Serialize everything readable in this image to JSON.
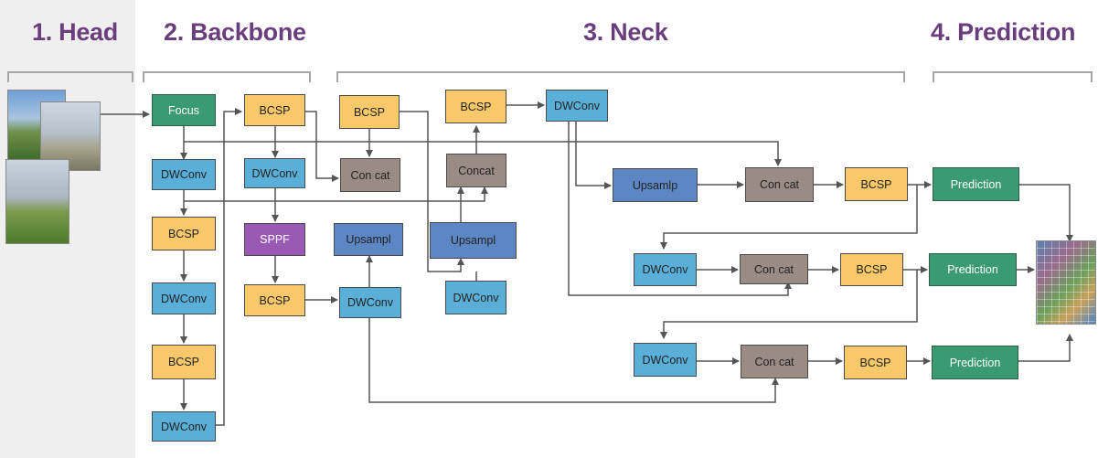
{
  "sections": {
    "head": "1. Head",
    "backbone": "2. Backbone",
    "neck": "3. Neck",
    "prediction": "4. Prediction"
  },
  "nodes": {
    "focus": "Focus",
    "bb_dwconv_1": "DWConv",
    "bb_bcsp_1": "BCSP",
    "bb_dwconv_2": "DWConv",
    "bb_bcsp_2": "BCSP",
    "bb_dwconv_3": "DWConv",
    "bb_bcsp_3": "BCSP",
    "bb_dwconv_4": "DWConv",
    "bb_sppf": "SPPF",
    "bb_bcsp_4": "BCSP",
    "nk_bcsp_1": "BCSP",
    "nk_concat_1": "Con cat",
    "nk_upsampl_1": "Upsampl",
    "nk_dwconv_1": "DWConv",
    "nk_bcsp_2": "BCSP",
    "nk_concat_2": "Concat",
    "nk_upsampl_2": "Upsampl",
    "nk_dwconv_2": "DWConv",
    "nk_dwconv_top": "DWConv",
    "nk_upsamlp": "Upsamlp",
    "nk_concat_3": "Con cat",
    "nk_bcsp_3": "BCSP",
    "pr_1": "Prediction",
    "nk_dwconv_r2": "DWConv",
    "nk_concat_r2": "Con cat",
    "nk_bcsp_r2": "BCSP",
    "pr_2": "Prediction",
    "nk_dwconv_r3": "DWConv",
    "nk_concat_r3": "Con cat",
    "nk_bcsp_r3": "BCSP",
    "pr_3": "Prediction"
  },
  "colors": {
    "title": "#6a3d7c",
    "focus_prediction": "#3a9b73",
    "dwconv": "#5aafd8",
    "bcsp": "#f7c96b",
    "concat": "#9a8c84",
    "upsample": "#5d87c4",
    "sppf": "#9b59b6",
    "wire": "#555555"
  }
}
